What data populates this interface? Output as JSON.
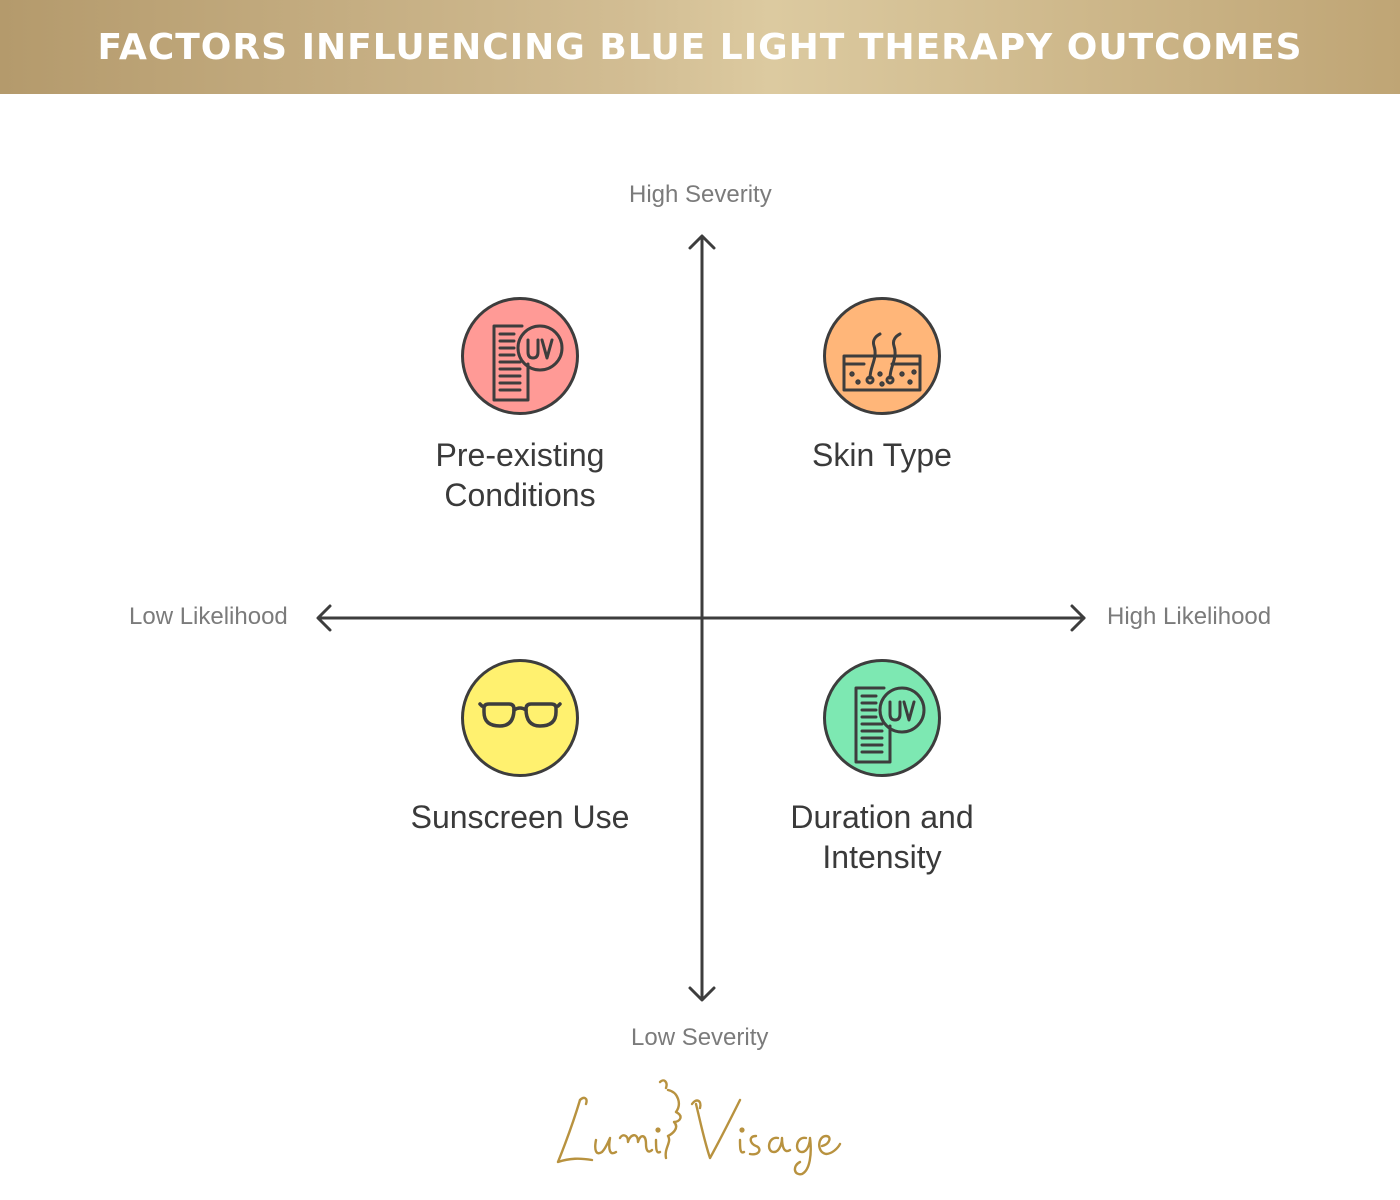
{
  "header": {
    "title": "FACTORS INFLUENCING BLUE LIGHT THERAPY OUTCOMES"
  },
  "axes": {
    "y_top": "High Severity",
    "y_bottom": "Low Severity",
    "x_left": "Low Likelihood",
    "x_right": "High Likelihood"
  },
  "quadrants": {
    "top_left": {
      "label": "Pre-existing\nConditions",
      "color": "#ff9a96",
      "icon": "uv-document-icon"
    },
    "top_right": {
      "label": "Skin Type",
      "color": "#ffb679",
      "icon": "skin-hair-icon"
    },
    "bottom_left": {
      "label": "Sunscreen Use",
      "color": "#fff16f",
      "icon": "sunglasses-icon"
    },
    "bottom_right": {
      "label": "Duration and\nIntensity",
      "color": "#7de8b2",
      "icon": "uv-document-icon"
    }
  },
  "logo": {
    "text": "Lumi Visage",
    "color": "#b8923f"
  },
  "colors": {
    "axis": "#3d3d3d",
    "axis_label": "#7b7b7b",
    "banner": "#c8b07f"
  }
}
